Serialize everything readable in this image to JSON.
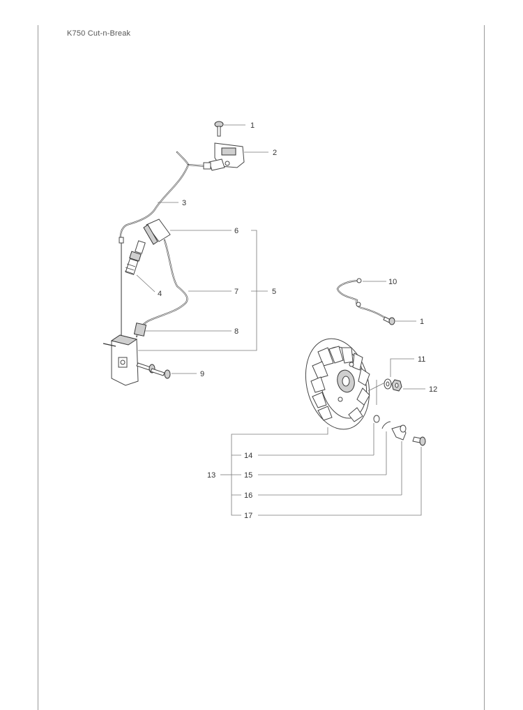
{
  "header": {
    "title": "K750 Cut-n-Break"
  },
  "callouts": {
    "c1a": "1",
    "c2": "2",
    "c3": "3",
    "c4": "4",
    "c5": "5",
    "c6": "6",
    "c7": "7",
    "c8": "8",
    "c9": "9",
    "c10": "10",
    "c1b": "1",
    "c11": "11",
    "c12": "12",
    "c13": "13",
    "c14": "14",
    "c15": "15",
    "c16": "16",
    "c17": "17"
  }
}
